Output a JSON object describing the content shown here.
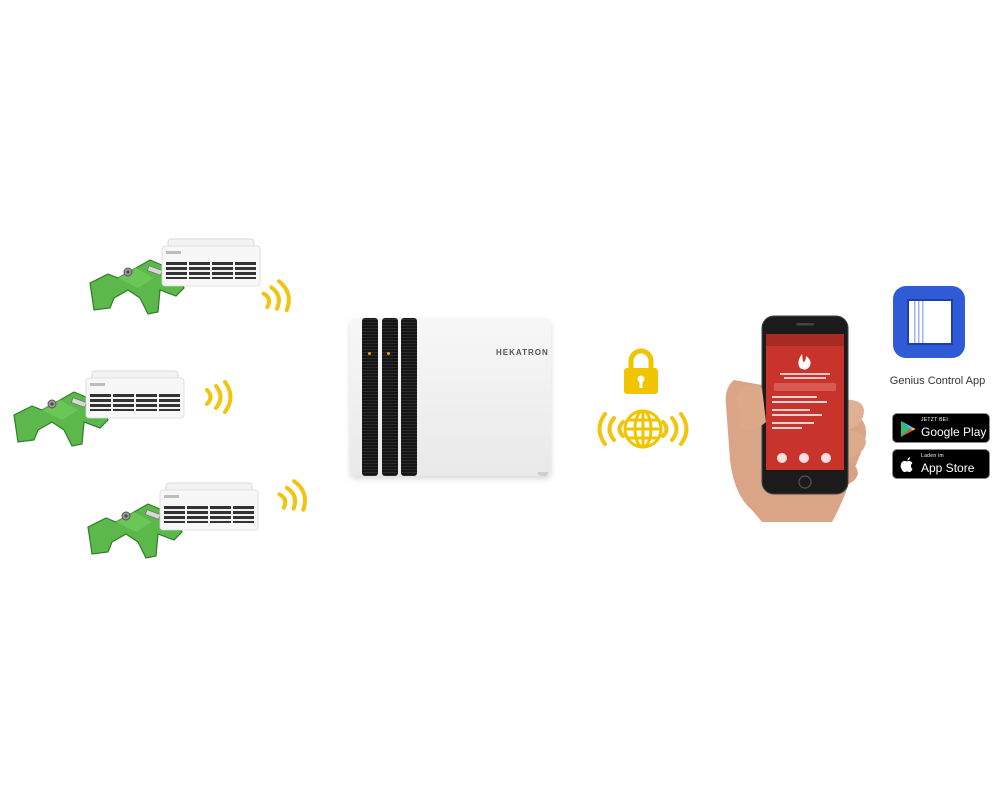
{
  "gateway": {
    "brand": "HEKATRON"
  },
  "app": {
    "name": "Genius Control App",
    "google_play": {
      "small": "JETZT BEI",
      "big": "Google Play"
    },
    "app_store": {
      "small": "Laden im",
      "big": "App Store"
    }
  },
  "colors": {
    "signal": "#f1c40f",
    "lock": "#f1c400",
    "pcb_green": "#5cb84a",
    "app_blue": "#2f5bd6",
    "phone_screen_red": "#c8342c"
  },
  "icons": [
    "smoke-detector",
    "wireless-signal",
    "gateway",
    "lock-icon",
    "globe-icon",
    "smartphone",
    "app-icon",
    "google-play-icon",
    "apple-icon"
  ]
}
